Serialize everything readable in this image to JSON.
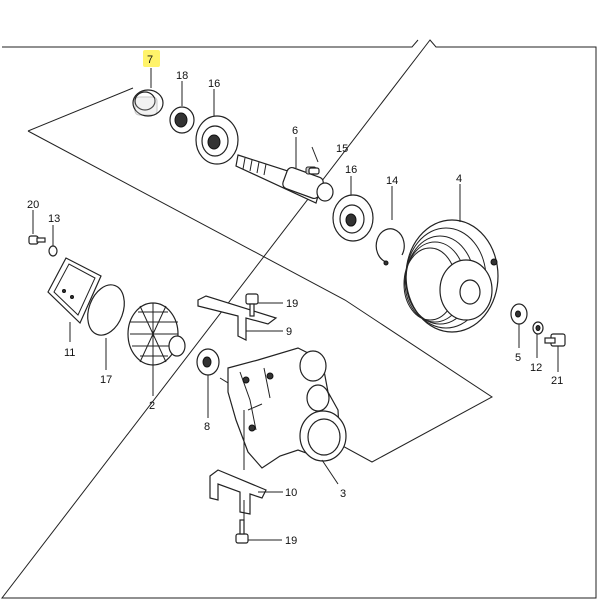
{
  "diagram": {
    "highlight_color": "#fff36a",
    "highlighted_label": "7",
    "callouts": [
      {
        "id": "p7",
        "text": "7"
      },
      {
        "id": "p18",
        "text": "18"
      },
      {
        "id": "p16a",
        "text": "16"
      },
      {
        "id": "p6",
        "text": "6"
      },
      {
        "id": "p15",
        "text": "15"
      },
      {
        "id": "p16b",
        "text": "16"
      },
      {
        "id": "p14",
        "text": "14"
      },
      {
        "id": "p4",
        "text": "4"
      },
      {
        "id": "p20",
        "text": "20"
      },
      {
        "id": "p13",
        "text": "13"
      },
      {
        "id": "p19a",
        "text": "19"
      },
      {
        "id": "p9",
        "text": "9"
      },
      {
        "id": "p11",
        "text": "11"
      },
      {
        "id": "p17",
        "text": "17"
      },
      {
        "id": "p2",
        "text": "2"
      },
      {
        "id": "p8",
        "text": "8"
      },
      {
        "id": "p5",
        "text": "5"
      },
      {
        "id": "p12",
        "text": "12"
      },
      {
        "id": "p21",
        "text": "21"
      },
      {
        "id": "p3",
        "text": "3"
      },
      {
        "id": "p10",
        "text": "10"
      },
      {
        "id": "p19b",
        "text": "19"
      }
    ]
  }
}
